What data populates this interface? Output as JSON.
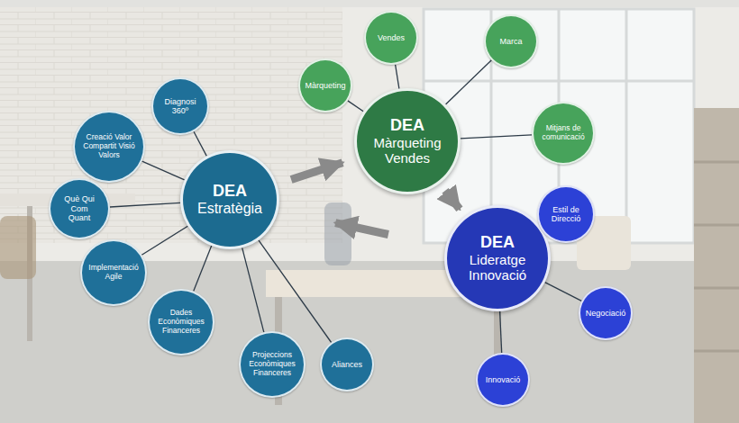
{
  "diagram": {
    "nodes": [
      {
        "text": [
          "DEA",
          "Estratègia"
        ]
      },
      {
        "text": [
          "Diagnosi 360º"
        ]
      },
      {
        "text": [
          "Creació Valor Compartit Visió Valors"
        ]
      },
      {
        "text": [
          "Què Qui Com Quant"
        ]
      },
      {
        "text": [
          "Implementació Agile"
        ]
      },
      {
        "text": [
          "Dades Econòmiques Financeres"
        ]
      },
      {
        "text": [
          "Projeccions Econòmiques Financeres"
        ]
      },
      {
        "text": [
          "Aliances"
        ]
      },
      {
        "text": [
          "DEA",
          "Màrqueting Vendes"
        ]
      },
      {
        "text": [
          "Màrqueting"
        ]
      },
      {
        "text": [
          "Vendes"
        ]
      },
      {
        "text": [
          "Marca"
        ]
      },
      {
        "text": [
          "Mitjans de comunicació"
        ]
      },
      {
        "text": [
          "DEA",
          "Lideratge Innovació"
        ]
      },
      {
        "text": [
          "Estil de Direcció"
        ]
      },
      {
        "text": [
          "Negociació"
        ]
      },
      {
        "text": [
          "Innovació"
        ]
      }
    ],
    "edges": [
      {
        "from": 0,
        "to": 1,
        "arrow": "none"
      },
      {
        "from": 0,
        "to": 2,
        "arrow": "none"
      },
      {
        "from": 0,
        "to": 3,
        "arrow": "none"
      },
      {
        "from": 0,
        "to": 4,
        "arrow": "none"
      },
      {
        "from": 0,
        "to": 5,
        "arrow": "none"
      },
      {
        "from": 0,
        "to": 6,
        "arrow": "none"
      },
      {
        "from": 0,
        "to": 7,
        "arrow": "none"
      },
      {
        "from": 8,
        "to": 9,
        "arrow": "none"
      },
      {
        "from": 8,
        "to": 10,
        "arrow": "none"
      },
      {
        "from": 8,
        "to": 11,
        "arrow": "none"
      },
      {
        "from": 8,
        "to": 12,
        "arrow": "none"
      },
      {
        "from": 13,
        "to": 14,
        "arrow": "none"
      },
      {
        "from": 13,
        "to": 15,
        "arrow": "none"
      },
      {
        "from": 13,
        "to": 16,
        "arrow": "none"
      },
      {
        "from": 0,
        "to": 8,
        "arrow": "to"
      },
      {
        "from": 8,
        "to": 13,
        "arrow": "to"
      },
      {
        "from": 13,
        "to": 0,
        "arrow": "to"
      }
    ]
  }
}
